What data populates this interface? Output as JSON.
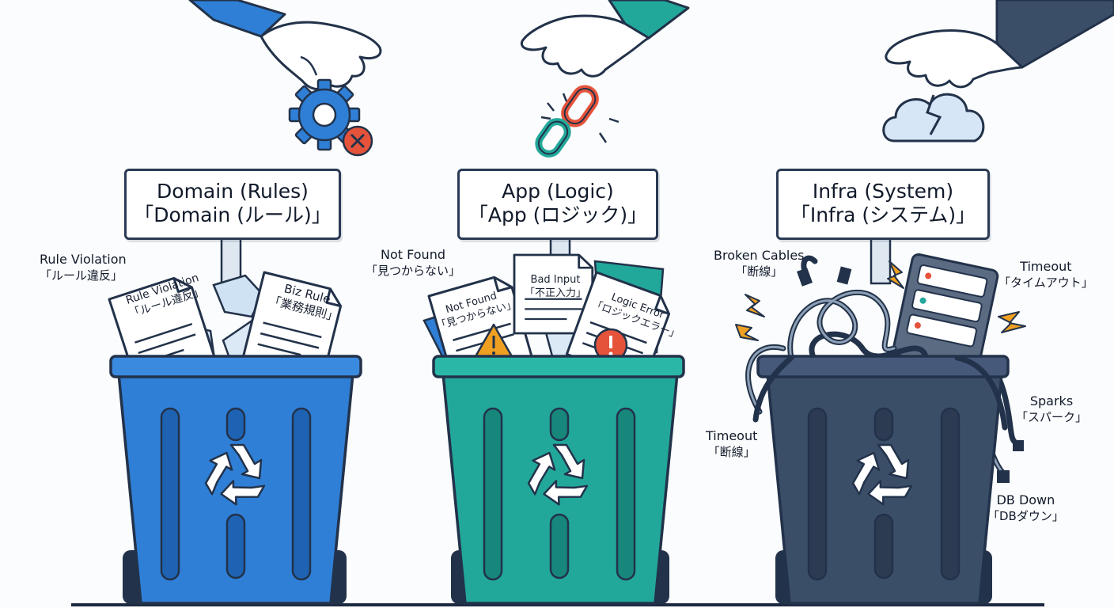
{
  "bins": [
    {
      "id": "domain",
      "color": "#2f7fd6",
      "sign_line1": "Domain (Rules)",
      "sign_line2": "「Domain (ルール)」",
      "papers": [
        {
          "line1": "Rule Violation",
          "line2": "「ルール違反」"
        },
        {
          "line1": "Biz Rule",
          "line2": "「業務規則」"
        }
      ],
      "callouts": [
        {
          "line1": "Rule Violation",
          "line2": "「ルール違反」"
        }
      ]
    },
    {
      "id": "app",
      "color": "#22a89a",
      "sign_line1": "App (Logic)",
      "sign_line2": "「App (ロジック)」",
      "papers": [
        {
          "line1": "Not Found",
          "line2": "「見つからない」"
        },
        {
          "line1": "Bad Input",
          "line2": "「不正入力」"
        },
        {
          "line1": "Logic Error",
          "line2": "「ロジックエラー」"
        }
      ],
      "callouts": [
        {
          "line1": "Not Found",
          "line2": "「見つからない」"
        }
      ]
    },
    {
      "id": "infra",
      "color": "#3b4e68",
      "sign_line1": "Infra (System)",
      "sign_line2": "「Infra (システム)」",
      "papers": [],
      "callouts": [
        {
          "line1": "Broken Cables",
          "line2": "「断線」"
        },
        {
          "line1": "Timeout",
          "line2": "「タイムアウト」"
        },
        {
          "line1": "Sparks",
          "line2": "「スパーク」"
        },
        {
          "line1": "Timeout",
          "line2": "「断線」"
        },
        {
          "line1": "DB Down",
          "line2": "「DBダウン」"
        }
      ]
    }
  ],
  "icons": [
    "gear-error-icon",
    "broken-chain-icon",
    "broken-cloud-icon",
    "recycle-icon",
    "warning-icon",
    "error-icon",
    "spark-icon",
    "server-rack-icon"
  ]
}
